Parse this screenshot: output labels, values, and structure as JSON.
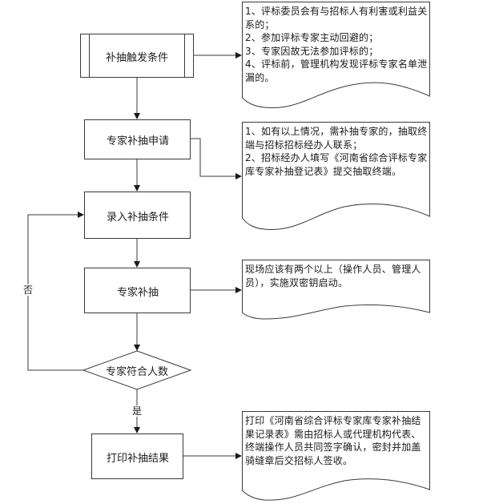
{
  "nodes": {
    "trigger": {
      "label": "补抽触发条件"
    },
    "apply": {
      "label": "专家补抽申请"
    },
    "input": {
      "label": "录入补抽条件"
    },
    "draw": {
      "label": "专家补抽"
    },
    "decision": {
      "label": "专家符合人数"
    },
    "print": {
      "label": "打印补抽结果"
    }
  },
  "edge_labels": {
    "no": "否",
    "yes": "是"
  },
  "notes": {
    "trigger_note": "1、评标委员会有与招标人有利害或利益关系的；\n2、参加评标专家主动回避的；\n3、专家因故无法参加评标的；\n4、评标前，管理机构发现评标专家名单泄漏的。",
    "apply_note": "1、如有以上情况，需补抽专家的，抽取终端与招标招标经办人联系；\n2、招标经办人填写《河南省综合评标专家库专家补抽登记表》提交抽取终端。",
    "draw_note": "现场应该有两个以上（操作人员、管理人员），实施双密钥启动。",
    "print_note": "打印《河南省综合评标专家库专家补抽结果记录表》需由招标人或代理机构代表、终端操作人员共同签字确认，密封并加盖骑缝章后交招标人签收。"
  },
  "colors": {
    "stroke": "#3a3a3a",
    "background": "#ffffff",
    "text": "#1a1a1a"
  }
}
